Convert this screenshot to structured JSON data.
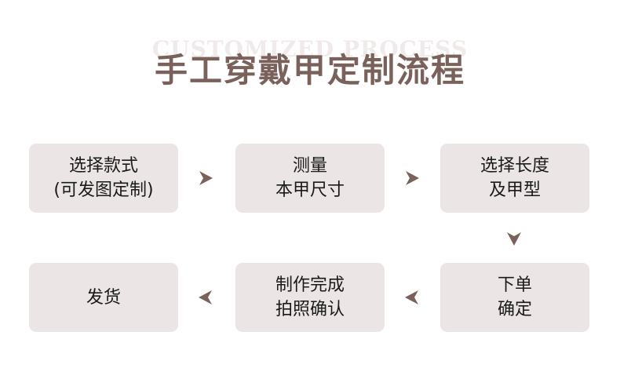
{
  "header": {
    "subtitle": "CUSTOMIZED PROCESS",
    "title": "手工穿戴甲定制流程"
  },
  "steps": [
    {
      "line1": "选择款式",
      "line2": "(可发图定制)"
    },
    {
      "line1": "测量",
      "line2": "本甲尺寸"
    },
    {
      "line1": "选择长度",
      "line2": "及甲型"
    },
    {
      "line1": "下单",
      "line2": "确定"
    },
    {
      "line1": "制作完成",
      "line2": "拍照确认"
    },
    {
      "line1": "发货",
      "line2": ""
    }
  ],
  "colors": {
    "card_background": "#ebe6e5",
    "accent": "#7a615b",
    "arrow": "#7a615b",
    "subtitle_watermark": "#f0ebea"
  },
  "icons": {
    "arrow_right": "caret-right-icon",
    "arrow_down": "caret-down-icon",
    "arrow_left": "caret-left-icon"
  }
}
